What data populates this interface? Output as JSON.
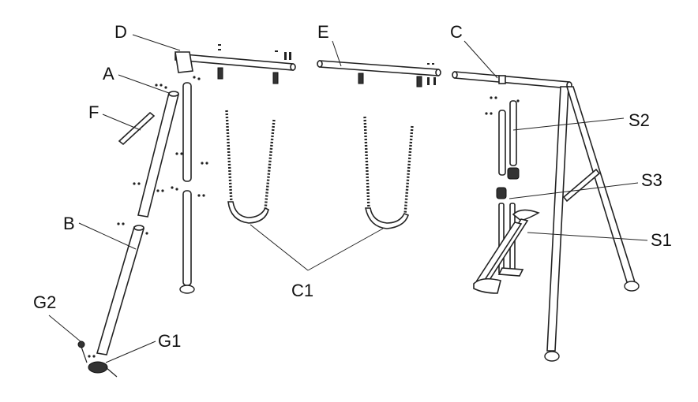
{
  "labels": {
    "D": "D",
    "A": "A",
    "F": "F",
    "B": "B",
    "G2": "G2",
    "G1": "G1",
    "E": "E",
    "C1": "C1",
    "C": "C",
    "S2": "S2",
    "S3": "S3",
    "S1": "S1"
  }
}
